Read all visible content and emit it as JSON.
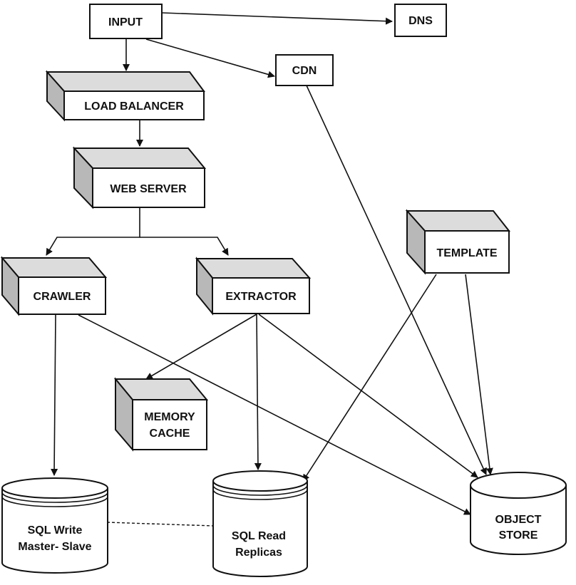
{
  "diagram": {
    "nodes": {
      "input": {
        "label": "INPUT"
      },
      "dns": {
        "label": "DNS"
      },
      "cdn": {
        "label": "CDN"
      },
      "load_balancer": {
        "label": "LOAD BALANCER"
      },
      "web_server": {
        "label": "WEB SERVER"
      },
      "crawler": {
        "label": "CRAWLER"
      },
      "extractor": {
        "label": "EXTRACTOR"
      },
      "template": {
        "label": "TEMPLATE"
      },
      "memory_cache": {
        "line1": "MEMORY",
        "line2": "CACHE"
      },
      "sql_write": {
        "line1": "SQL Write",
        "line2": "Master- Slave"
      },
      "sql_read": {
        "line1": "SQL Read",
        "line2": "Replicas"
      },
      "object_store": {
        "line1": "OBJECT",
        "line2": "STORE"
      }
    },
    "edges": [
      {
        "from": "input",
        "to": "dns",
        "style": "arrow"
      },
      {
        "from": "input",
        "to": "cdn",
        "style": "arrow"
      },
      {
        "from": "input",
        "to": "load_balancer",
        "style": "arrow"
      },
      {
        "from": "load_balancer",
        "to": "web_server",
        "style": "arrow"
      },
      {
        "from": "web_server",
        "to": "crawler",
        "style": "arrow"
      },
      {
        "from": "web_server",
        "to": "extractor",
        "style": "arrow"
      },
      {
        "from": "cdn",
        "to": "object_store",
        "style": "arrow"
      },
      {
        "from": "template",
        "to": "sql_read",
        "style": "arrow"
      },
      {
        "from": "template",
        "to": "object_store",
        "style": "arrow"
      },
      {
        "from": "crawler",
        "to": "sql_write",
        "style": "arrow"
      },
      {
        "from": "crawler",
        "to": "object_store",
        "style": "arrow"
      },
      {
        "from": "extractor",
        "to": "memory_cache",
        "style": "arrow"
      },
      {
        "from": "extractor",
        "to": "sql_read",
        "style": "arrow"
      },
      {
        "from": "extractor",
        "to": "object_store",
        "style": "arrow"
      },
      {
        "from": "sql_write",
        "to": "sql_read",
        "style": "dashed"
      }
    ]
  }
}
